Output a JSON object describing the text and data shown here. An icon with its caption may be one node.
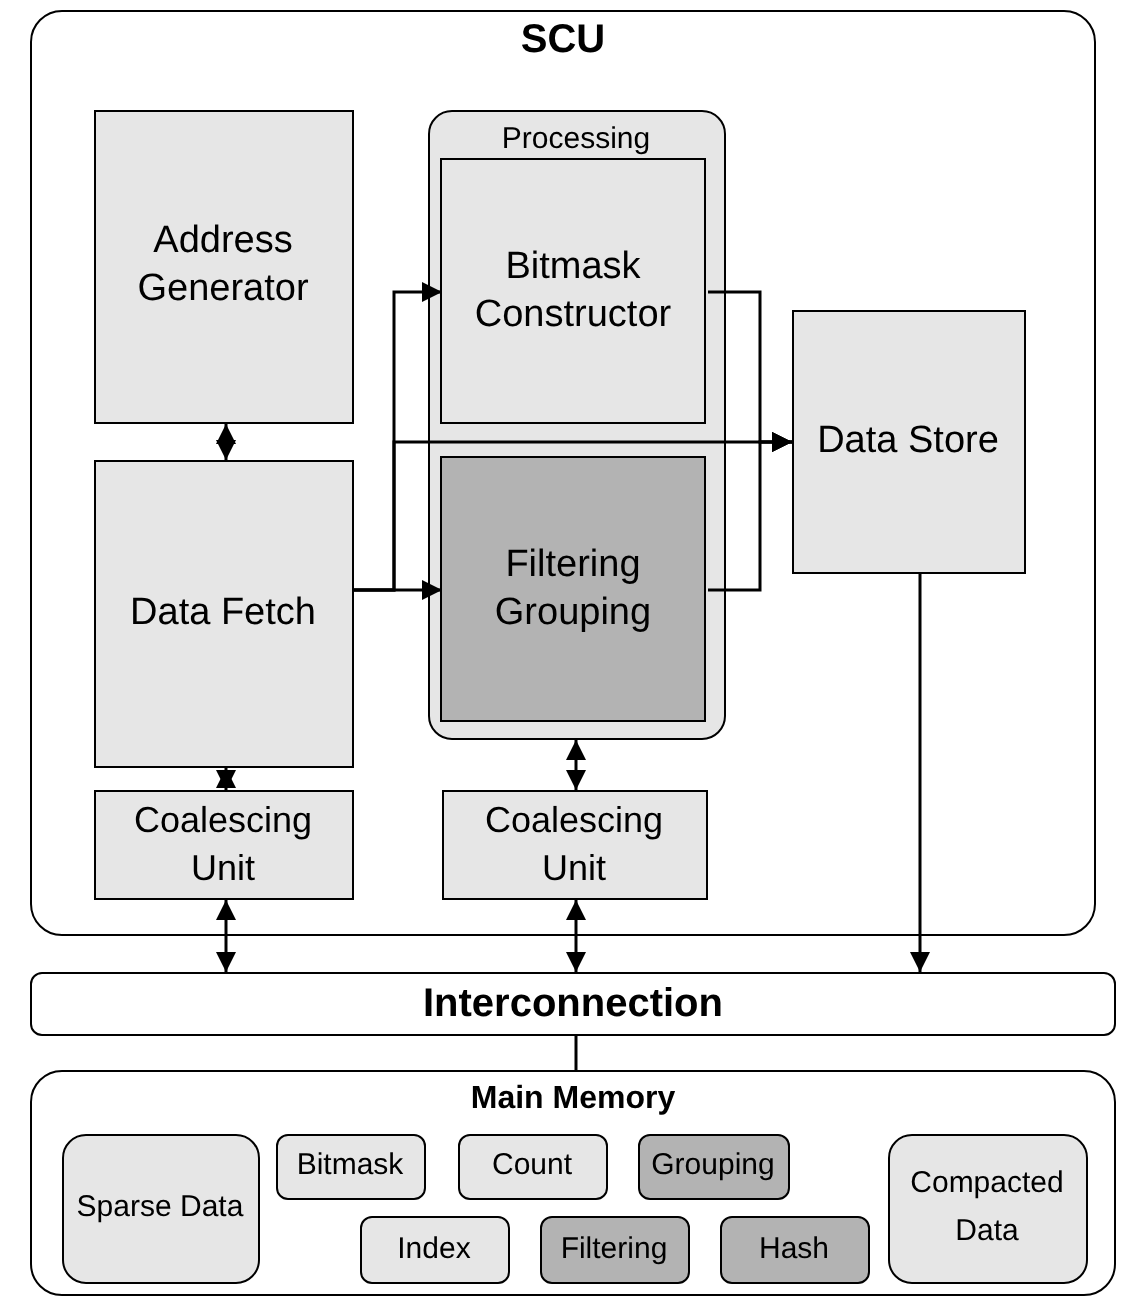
{
  "diagram": {
    "nodes": [
      {
        "text": [
          "SCU"
        ]
      },
      {
        "text": [
          "Address Generator"
        ],
        "in": 0
      },
      {
        "text": [
          "Processing"
        ],
        "in": 0
      },
      {
        "text": [
          "Bitmask Constructor"
        ],
        "in": 2
      },
      {
        "text": [
          "Data Fetch"
        ],
        "in": 0
      },
      {
        "text": [
          "Filtering Grouping"
        ],
        "in": 2
      },
      {
        "text": [
          "Data Store"
        ],
        "in": 0
      },
      {
        "text": [
          "Coalescing Unit"
        ],
        "in": 0
      },
      {
        "text": [
          "Coalescing Unit"
        ],
        "in": 0
      },
      {
        "text": [
          "Interconnection"
        ]
      },
      {
        "text": [
          "Main Memory"
        ]
      },
      {
        "text": [
          "Sparse Data"
        ],
        "in": 10
      },
      {
        "text": [
          "Bitmask"
        ],
        "in": 10
      },
      {
        "text": [
          "Count"
        ],
        "in": 10
      },
      {
        "text": [
          "Grouping"
        ],
        "in": 10
      },
      {
        "text": [
          "Index"
        ],
        "in": 10
      },
      {
        "text": [
          "Filtering"
        ],
        "in": 10
      },
      {
        "text": [
          "Hash"
        ],
        "in": 10
      },
      {
        "text": [
          "Compacted Data"
        ],
        "in": 10
      }
    ],
    "edges": [
      {
        "from": 1,
        "to": 4,
        "arrow": "both"
      },
      {
        "from": 4,
        "to": 3,
        "arrow": "to"
      },
      {
        "from": 4,
        "to": 5,
        "arrow": "to"
      },
      {
        "from": 4,
        "to": 6,
        "arrow": "to"
      },
      {
        "from": 3,
        "to": 6,
        "arrow": "to"
      },
      {
        "from": 5,
        "to": 6,
        "arrow": "to"
      },
      {
        "from": 4,
        "to": 7,
        "arrow": "both"
      },
      {
        "from": 2,
        "to": 8,
        "arrow": "both"
      },
      {
        "from": 7,
        "to": 9,
        "arrow": "both"
      },
      {
        "from": 8,
        "to": 9,
        "arrow": "both"
      },
      {
        "from": 6,
        "to": 9,
        "arrow": "to"
      },
      {
        "from": 9,
        "to": 10,
        "arrow": "none"
      }
    ]
  }
}
